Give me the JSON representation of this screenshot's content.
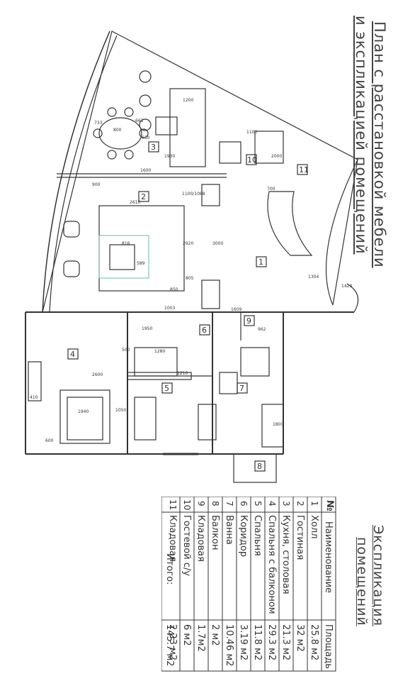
{
  "title": {
    "line1": "План с расстановкой мебели",
    "line2": "и экспликацией помещений"
  },
  "explication": {
    "title_line1": "Экспликация",
    "title_line2": "помещений",
    "headers": {
      "num": "№",
      "name": "Наименование",
      "area": "Площадь"
    },
    "rows": [
      {
        "num": "1",
        "name": "Холл",
        "area": "25.8 м2"
      },
      {
        "num": "2",
        "name": "Гостиная",
        "area": "32 м2"
      },
      {
        "num": "3",
        "name": "Кухня, столовая",
        "area": "21.3 м2"
      },
      {
        "num": "4",
        "name": "Спальня с балконом",
        "area": "29.3 м2"
      },
      {
        "num": "5",
        "name": "Спальня",
        "area": "11.8 м2"
      },
      {
        "num": "6",
        "name": "Коридор",
        "area": "3.19 м2"
      },
      {
        "num": "7",
        "name": "Ванна",
        "area": "10.46 м2"
      },
      {
        "num": "8",
        "name": "Балкон",
        "area": "2 м2"
      },
      {
        "num": "9",
        "name": "Кладовая",
        "area": "1.7м2"
      },
      {
        "num": "10",
        "name": "Гостевой с/у",
        "area": "6 м2"
      },
      {
        "num": "11",
        "name": "Кладовая",
        "area": "2.23 м2"
      }
    ],
    "total": {
      "label": "Итого:",
      "area": "145.7 м2"
    }
  },
  "room_labels": [
    "1",
    "2",
    "3",
    "4",
    "5",
    "6",
    "7",
    "8",
    "9",
    "10",
    "11"
  ],
  "dimensions": {
    "d1600": "1600",
    "d900": "900",
    "d1200": "1200",
    "d800": "800",
    "d630": "630",
    "d663": "663",
    "d733": "733",
    "d1930": "1930",
    "d1100": "1100",
    "d3000": "3000",
    "d2920": "2920",
    "d805": "805",
    "d1609": "1609",
    "d1003": "1003",
    "d2600": "2600",
    "d1950": "1950",
    "d1940": "1940",
    "d1050": "1050",
    "d1280": "1280",
    "d1210": "1210",
    "d1800": "1800",
    "d600": "600",
    "d2610": "2610",
    "d1100b": "1100/1088",
    "d589": "589",
    "d816": "816",
    "d850": "850",
    "d1304": "1304",
    "d1423": "1423",
    "d700": "700",
    "d962": "962",
    "d500": "500",
    "d410": "410",
    "d2000": "2000"
  },
  "colors": {
    "line": "#333333",
    "rug": "#7fc8a9",
    "text": "#444444"
  }
}
